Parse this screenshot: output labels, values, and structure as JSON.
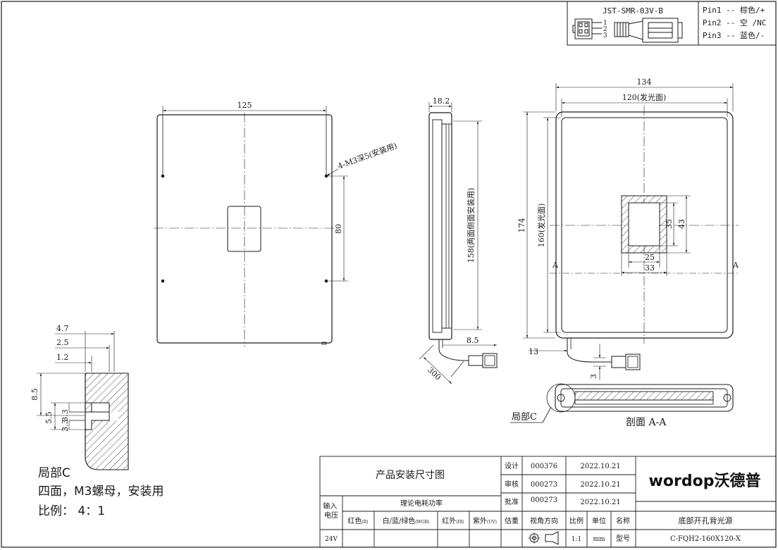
{
  "connector": {
    "model": "JST-SMR-03V-B",
    "pin_numbers": [
      "1",
      "2",
      "3"
    ],
    "pins": [
      "Pin1 -- 棕色/+",
      "Pin2 -- 空 /NC",
      "Pin3 -- 蓝色/-"
    ]
  },
  "front_view": {
    "width_dim": "125",
    "hole_spacing_dim": "80",
    "hole_note": "4-M3深5(安装用)"
  },
  "side_view": {
    "thickness_dim": "18.2",
    "height_note": "158(两面侧面安装用)",
    "cable_offset_dim": "8.5",
    "cable_length_dim": "300"
  },
  "rear_view": {
    "outer_width_dim": "134",
    "emit_width_dim": "120(发光面)",
    "outer_height_dim": "174",
    "emit_height_dim": "160(发光面)",
    "hole_dims": [
      "35",
      "43",
      "25",
      "33"
    ],
    "section_marks": [
      "A",
      "A"
    ],
    "bottom_dim": "13",
    "cable_dim": "3"
  },
  "section": {
    "label": "剖面 A-A",
    "detail_label": "局部C"
  },
  "detail_c": {
    "dims": [
      "4.7",
      "2.5",
      "1.2",
      "8.5",
      "5.5",
      "3.3",
      "3.3"
    ],
    "title": "局部C",
    "note": "四面，M3螺母，安装用",
    "scale": "比例： 4：1"
  },
  "title_block": {
    "drawing_title": "产品安装尺寸图",
    "design_label": "设计",
    "design_code": "000376",
    "design_date": "2022.10.21",
    "review_label": "审核",
    "review_code": "000273",
    "review_date": "2022.10.21",
    "approve_label": "批准",
    "approve_code": "000273",
    "approve_date": "2022.10.21",
    "input_voltage_label": "输入电压",
    "power_label": "理论电耗功率",
    "red_label": "红色",
    "red_sub": "(R)",
    "rgb_label": "白/蓝/绿色",
    "rgb_sub": "(WGB)",
    "ir_label": "红外",
    "ir_sub": "(IR)",
    "uv_label": "紫外",
    "uv_sub": "(UV)",
    "weight_label": "估重",
    "view_label": "视角方向",
    "scale_label": "比例",
    "unit_label": "单位",
    "name_label": "名称",
    "product_name": "底部开孔背光源",
    "voltage_value": "24V",
    "scale_value": "1:1",
    "unit_value": "mm",
    "model_label": "型号",
    "model_value": "C-FQH2-160X120-X",
    "logo_text": "wordop沃德普"
  }
}
